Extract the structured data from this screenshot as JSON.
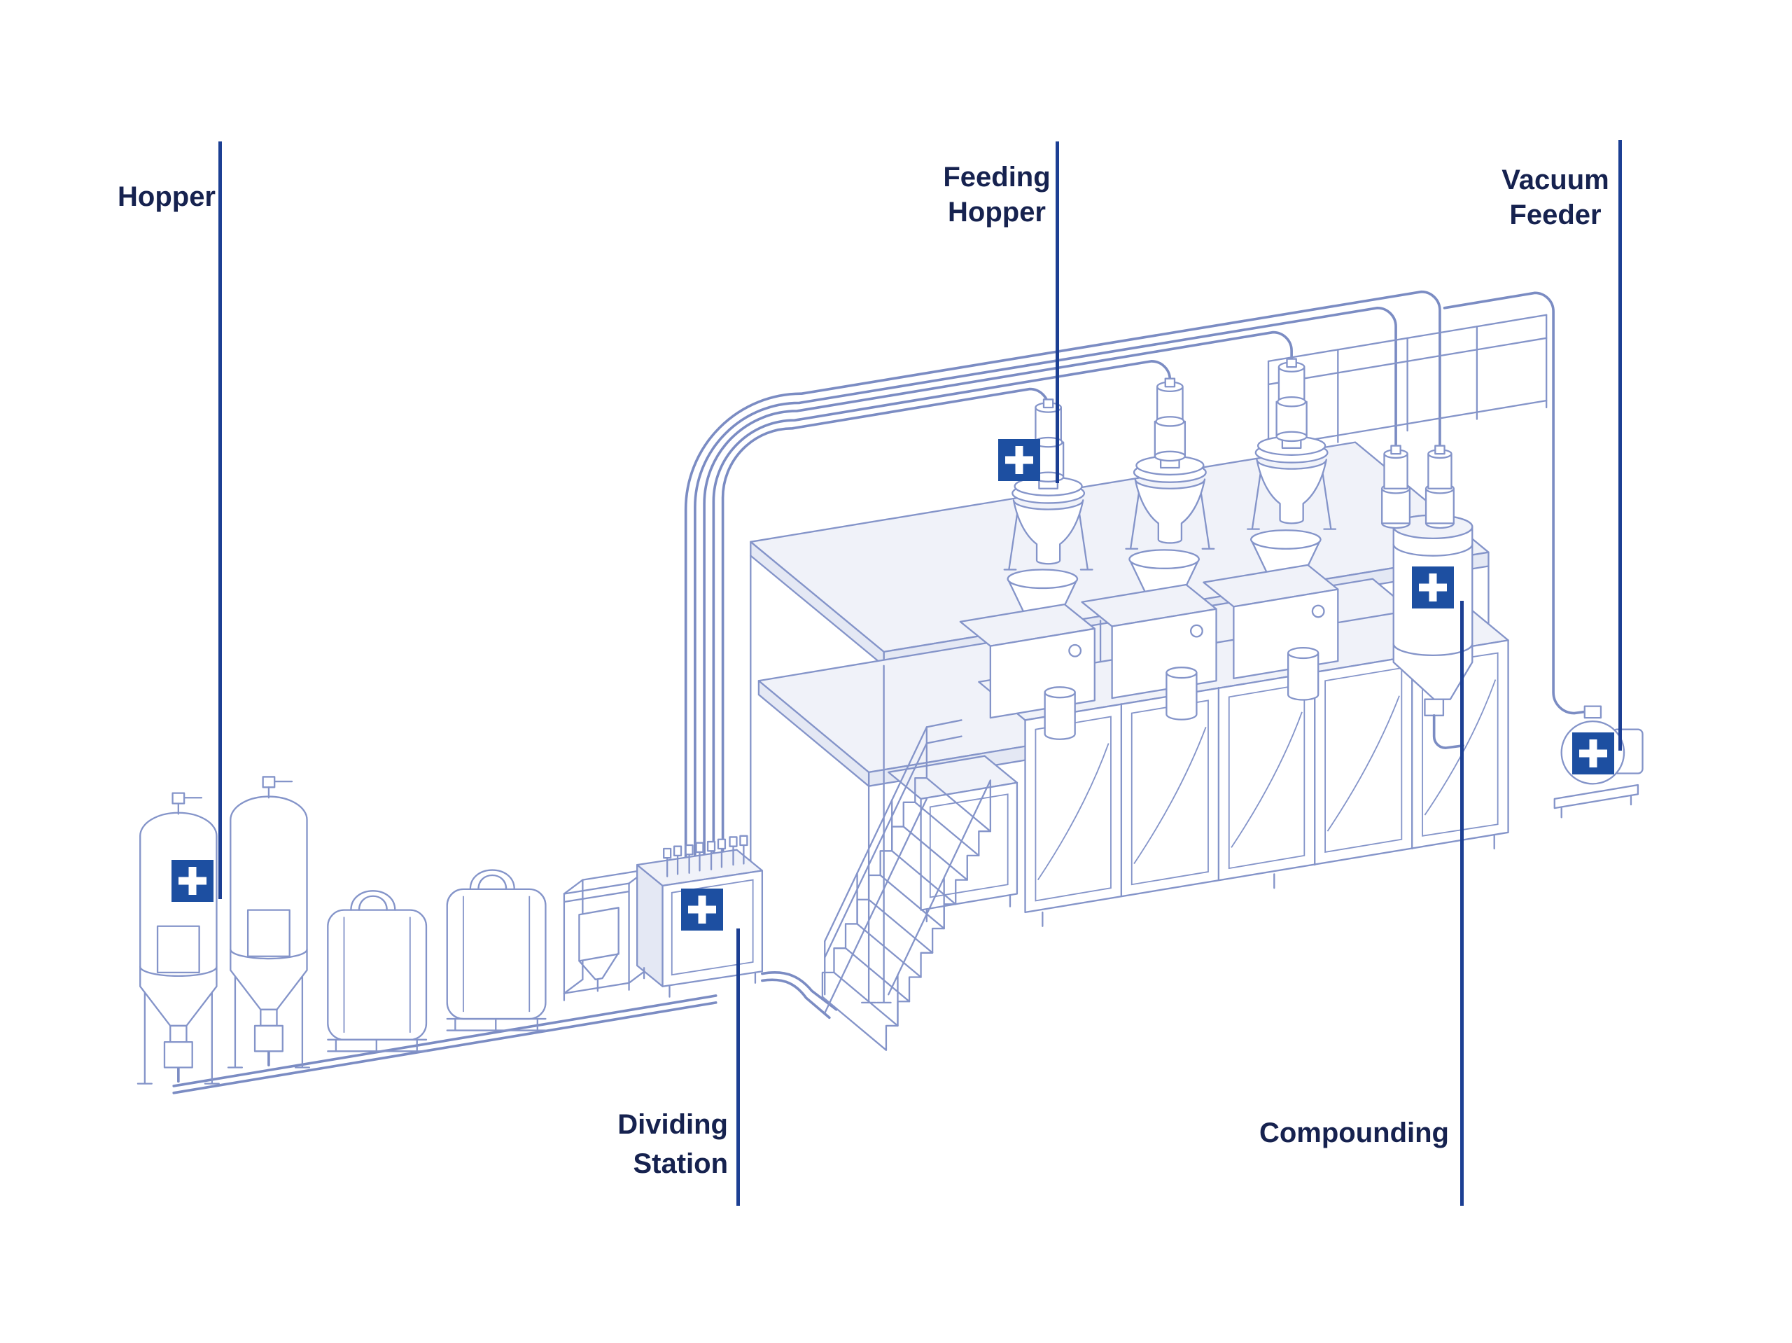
{
  "colors": {
    "background": "#ffffff",
    "line_art": "#8494c9",
    "pipe_line": "#7b8cc3",
    "face_top": "#f0f2f9",
    "face_side": "#e4e8f4",
    "label_text": "#16224f",
    "leader_line": "#1c3f93",
    "marker_bg": "#1d4fa1",
    "marker_glyph": "#ffffff"
  },
  "labels": {
    "hopper": {
      "line1": "Hopper"
    },
    "feeding_hopper": {
      "line1": "Feeding",
      "line2": "Hopper"
    },
    "vacuum_feeder": {
      "line1": "Vacuum",
      "line2": "Feeder"
    },
    "dividing_station": {
      "line1": "Dividing",
      "line2": "Station"
    },
    "compounding": {
      "line1": "Compounding"
    }
  },
  "hotspots": [
    {
      "id": "hopper",
      "icon": "plus"
    },
    {
      "id": "dividing_station",
      "icon": "plus"
    },
    {
      "id": "feeding_hopper",
      "icon": "plus"
    },
    {
      "id": "compounding",
      "icon": "plus"
    },
    {
      "id": "vacuum_feeder",
      "icon": "plus"
    }
  ]
}
